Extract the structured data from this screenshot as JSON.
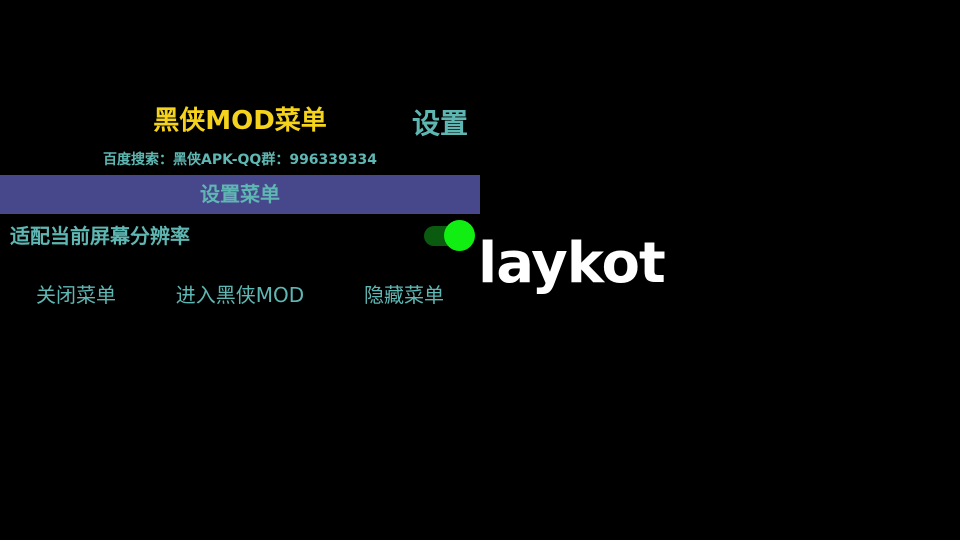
{
  "header": {
    "mod_title": "黑侠MOD菜单",
    "settings_title": "设置",
    "search_hint": "百度搜索：黑侠APK-QQ群：996339334"
  },
  "menu_bar": {
    "label": "设置菜单"
  },
  "options": [
    {
      "label": "适配当前屏幕分辨率",
      "toggle_on": true
    }
  ],
  "actions": {
    "close_label": "关闭菜单",
    "enter_label": "进入黑侠MOD",
    "hide_label": "隐藏菜单"
  },
  "watermark": {
    "text": "laykot"
  },
  "colors": {
    "background": "#000000",
    "title_yellow": "#f5d31c",
    "text_teal": "#5fb7b3",
    "menu_bar_bg": "#47478c",
    "toggle_track": "#0a5a10",
    "toggle_knob": "#11ee11",
    "watermark": "#ffffff"
  }
}
